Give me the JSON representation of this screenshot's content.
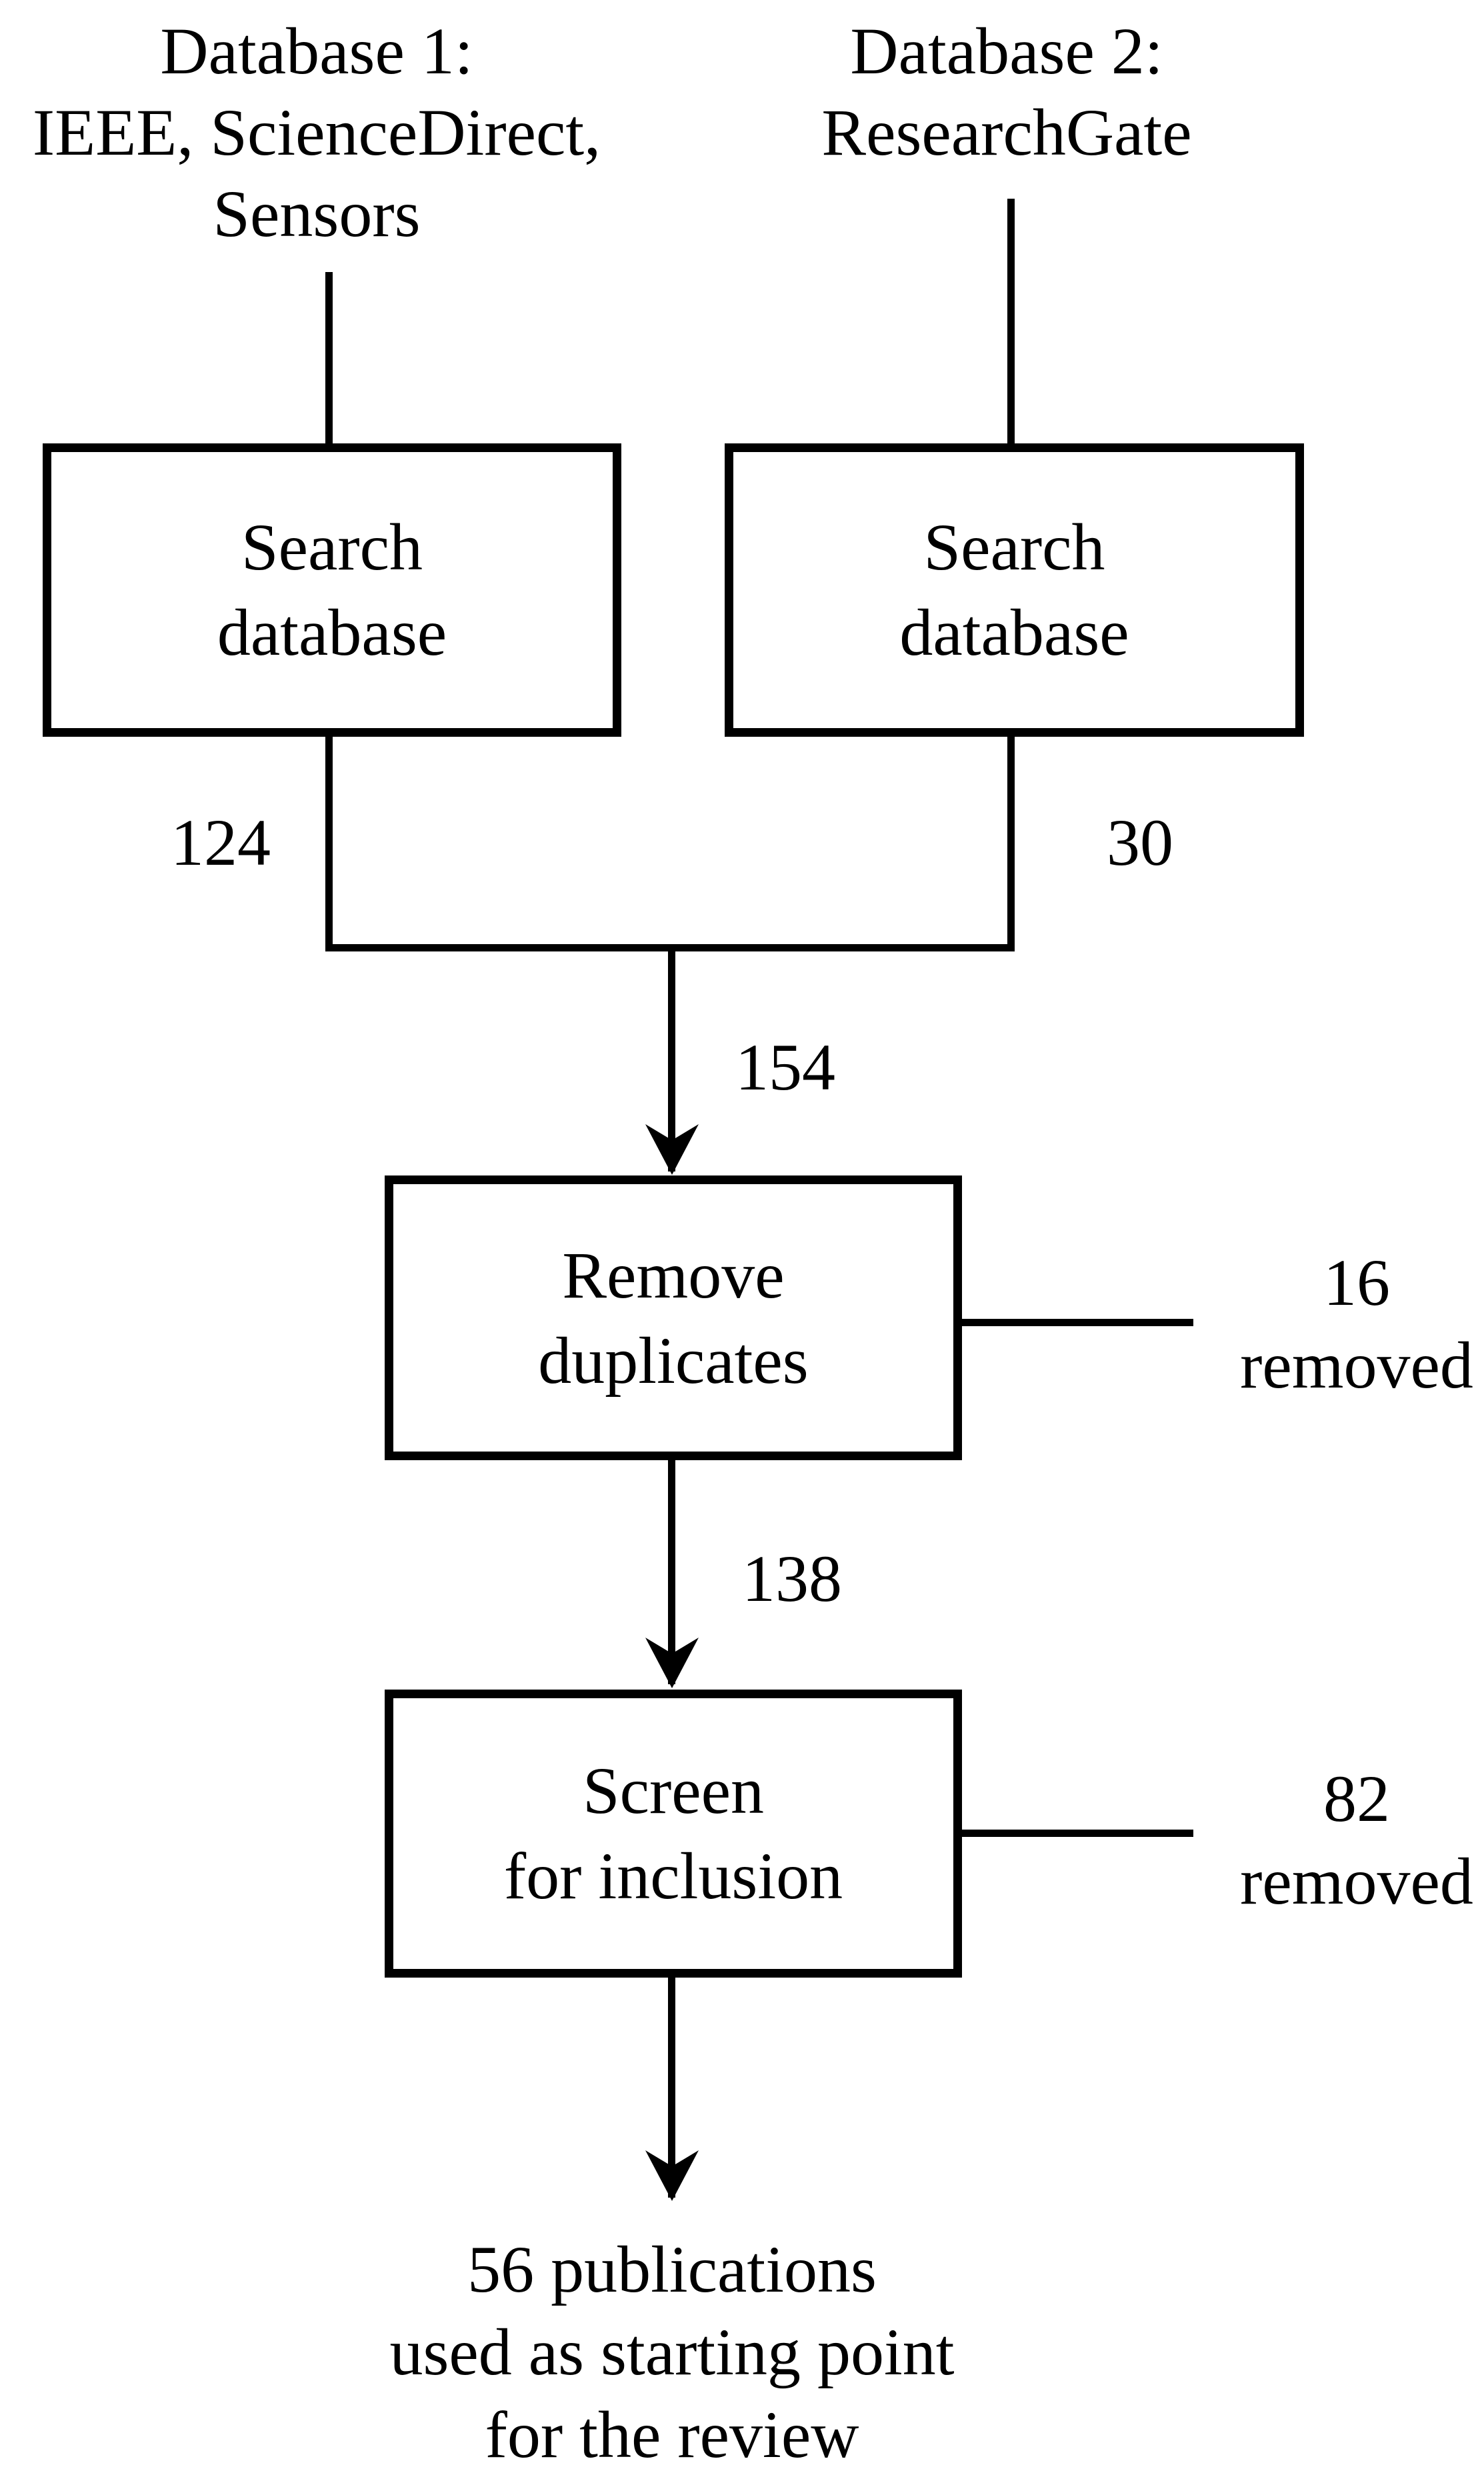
{
  "colors": {
    "ink": "#000000",
    "background": "#ffffff"
  },
  "sources": {
    "database1": {
      "line1": "Database 1:",
      "line2": "IEEE, ScienceDirect,",
      "line3": "Sensors"
    },
    "database2": {
      "line1": "Database 2:",
      "line2": "ResearchGate"
    }
  },
  "boxes": {
    "search1": {
      "line1": "Search",
      "line2": "database"
    },
    "search2": {
      "line1": "Search",
      "line2": "database"
    },
    "dedup": {
      "line1": "Remove",
      "line2": "duplicates"
    },
    "screen": {
      "line1": "Screen",
      "line2": "for inclusion"
    }
  },
  "edge_labels": {
    "from_database1": "124",
    "from_database2": "30",
    "merged": "154",
    "after_dedup": "138"
  },
  "side_notes": {
    "dedup_removed": {
      "line1": "16",
      "line2": "removed"
    },
    "screen_removed": {
      "line1": "82",
      "line2": "removed"
    }
  },
  "result": {
    "line1": "56 publications",
    "line2": "used as starting point",
    "line3": "for the review"
  }
}
